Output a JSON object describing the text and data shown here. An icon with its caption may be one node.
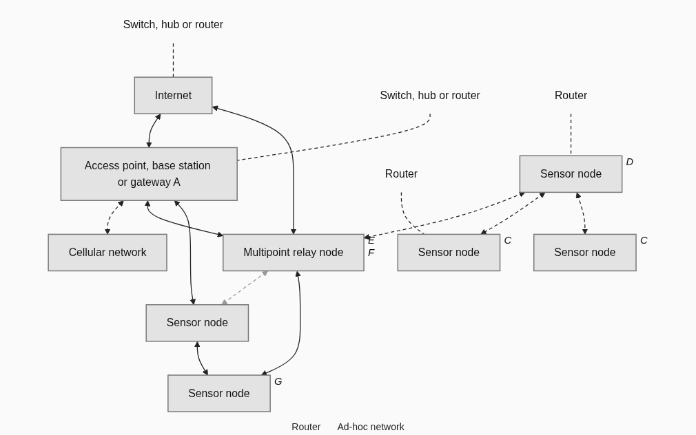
{
  "diagram": {
    "nodes": [
      {
        "text": [
          "Switch, hub or router"
        ]
      },
      {
        "text": [
          "Internet"
        ]
      },
      {
        "text": [
          "Access point, base station or gateway A"
        ]
      },
      {
        "text": [
          "Cellular network"
        ]
      },
      {
        "text": [
          "Switch, hub or router"
        ]
      },
      {
        "text": [
          "Sensor node"
        ],
        "beside": [
          "D"
        ]
      },
      {
        "text": [
          "Multipoint relay node"
        ],
        "beside": [
          "E",
          "F"
        ]
      },
      {
        "text": [
          "Sensor node"
        ]
      },
      {
        "text": [
          "Router"
        ]
      },
      {
        "text": [
          "Sensor node"
        ],
        "beside": [
          "C"
        ]
      },
      {
        "text": [
          "Sensor node"
        ],
        "beside": [
          "C"
        ]
      },
      {
        "text": [
          "Sensor node"
        ],
        "beside": [
          "G"
        ]
      },
      {
        "text": [
          "Router"
        ]
      }
    ],
    "edges": [
      {
        "from": 0,
        "to": 1,
        "arrow": "none",
        "style": "dashed"
      },
      {
        "from": 1,
        "to": 2,
        "arrow": "both"
      },
      {
        "from": 2,
        "to": 3,
        "arrow": "both",
        "style": "dashed"
      },
      {
        "from": 1,
        "to": 6,
        "arrow": "both"
      },
      {
        "from": 2,
        "to": 6,
        "arrow": "both"
      },
      {
        "from": 2,
        "to": 7,
        "arrow": "both"
      },
      {
        "from": 4,
        "to": 2,
        "arrow": "none",
        "style": "dashed"
      },
      {
        "from": 5,
        "to": 6,
        "arrow": "both",
        "style": "dashed"
      },
      {
        "from": 6,
        "to": 7,
        "arrow": "both",
        "style": "dashed",
        "color": "#999999"
      },
      {
        "from": 8,
        "to": 5,
        "arrow": "none",
        "style": "dashed"
      },
      {
        "from": 5,
        "to": 9,
        "arrow": "both",
        "style": "dashed"
      },
      {
        "from": 5,
        "to": 10,
        "arrow": "both",
        "style": "dashed"
      },
      {
        "from": 6,
        "to": 11,
        "arrow": "both"
      },
      {
        "from": 7,
        "to": 11,
        "arrow": "both"
      },
      {
        "from": 12,
        "to": 9,
        "arrow": "none",
        "style": "dashed"
      }
    ],
    "labels": [
      "Router",
      "Ad-hoc network"
    ]
  }
}
